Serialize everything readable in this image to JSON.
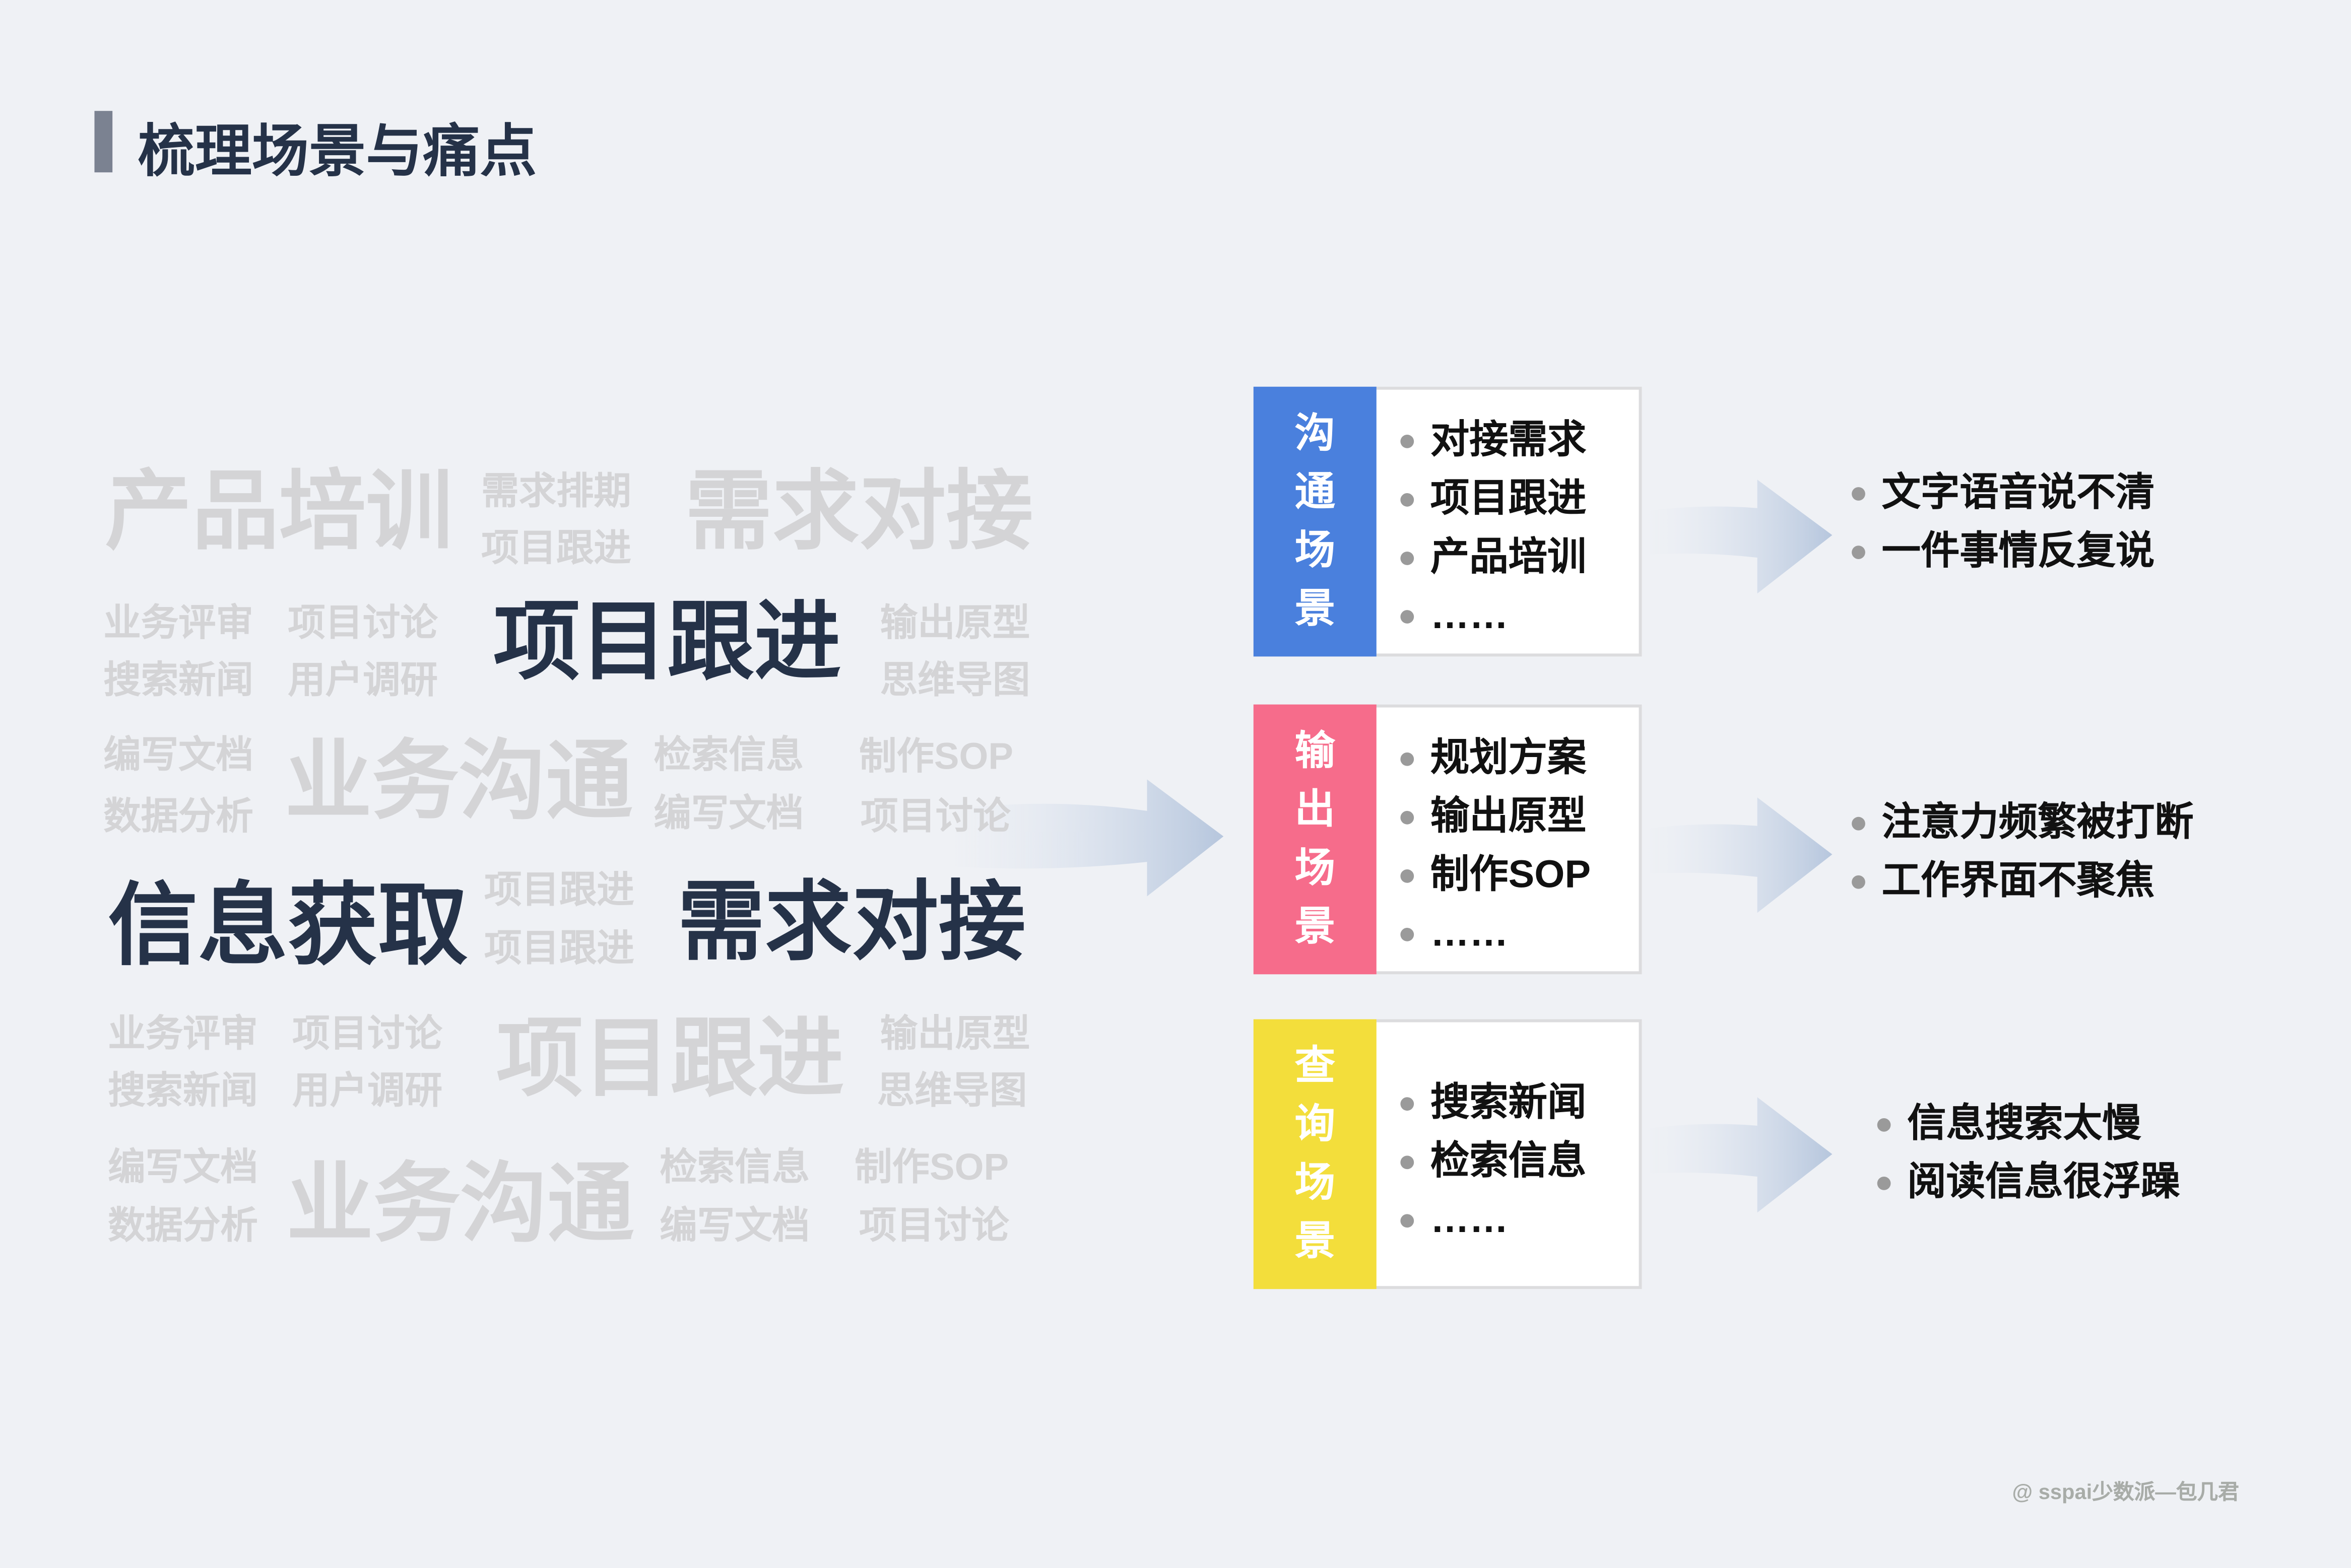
{
  "title": "梳理场景与痛点",
  "word_cloud": [
    {
      "text": "产品培训",
      "style": "gray-big"
    },
    {
      "text": "需求排期",
      "style": "gray-small"
    },
    {
      "text": "项目跟进",
      "style": "gray-small"
    },
    {
      "text": "需求对接",
      "style": "gray-big"
    },
    {
      "text": "业务评审",
      "style": "gray-small"
    },
    {
      "text": "搜索新闻",
      "style": "gray-small"
    },
    {
      "text": "项目讨论",
      "style": "gray-small"
    },
    {
      "text": "用户调研",
      "style": "gray-small"
    },
    {
      "text": "项目跟进",
      "style": "dark-big"
    },
    {
      "text": "输出原型",
      "style": "gray-small"
    },
    {
      "text": "思维导图",
      "style": "gray-small"
    },
    {
      "text": "编写文档",
      "style": "gray-small"
    },
    {
      "text": "数据分析",
      "style": "gray-small"
    },
    {
      "text": "业务沟通",
      "style": "gray-big"
    },
    {
      "text": "检索信息",
      "style": "gray-small"
    },
    {
      "text": "编写文档",
      "style": "gray-small"
    },
    {
      "text": "制作SOP",
      "style": "gray-small"
    },
    {
      "text": "项目讨论",
      "style": "gray-small"
    },
    {
      "text": "信息获取",
      "style": "dark-big"
    },
    {
      "text": "项目跟进",
      "style": "gray-small"
    },
    {
      "text": "项目跟进",
      "style": "gray-small"
    },
    {
      "text": "需求对接",
      "style": "dark-big"
    },
    {
      "text": "业务评审",
      "style": "gray-small"
    },
    {
      "text": "搜索新闻",
      "style": "gray-small"
    },
    {
      "text": "项目讨论",
      "style": "gray-small"
    },
    {
      "text": "用户调研",
      "style": "gray-small"
    },
    {
      "text": "项目跟进",
      "style": "gray-big"
    },
    {
      "text": "输出原型",
      "style": "gray-small"
    },
    {
      "text": "思维导图",
      "style": "gray-small"
    },
    {
      "text": "编写文档",
      "style": "gray-small"
    },
    {
      "text": "数据分析",
      "style": "gray-small"
    },
    {
      "text": "业务沟通",
      "style": "gray-big"
    },
    {
      "text": "检索信息",
      "style": "gray-small"
    },
    {
      "text": "编写文档",
      "style": "gray-small"
    },
    {
      "text": "制作SOP",
      "style": "gray-small"
    },
    {
      "text": "项目讨论",
      "style": "gray-small"
    }
  ],
  "scenarios": [
    {
      "label": [
        "沟",
        "通",
        "场",
        "景"
      ],
      "color": "#4a80dd",
      "items": [
        "对接需求",
        "项目跟进",
        "产品培训",
        "……"
      ],
      "pains": [
        "文字语音说不清",
        "一件事情反复说"
      ]
    },
    {
      "label": [
        "输",
        "出",
        "场",
        "景"
      ],
      "color": "#f66c8b",
      "items": [
        "规划方案",
        "输出原型",
        "制作SOP",
        "……"
      ],
      "pains": [
        "注意力频繁被打断",
        "工作界面不聚焦"
      ]
    },
    {
      "label": [
        "查",
        "询",
        "场",
        "景"
      ],
      "color": "#f3de3b",
      "items": [
        "搜索新闻",
        "检索信息",
        "……"
      ],
      "pains": [
        "信息搜索太慢",
        "阅读信息很浮躁"
      ]
    }
  ],
  "credit": "@ sspai少数派—包几君"
}
